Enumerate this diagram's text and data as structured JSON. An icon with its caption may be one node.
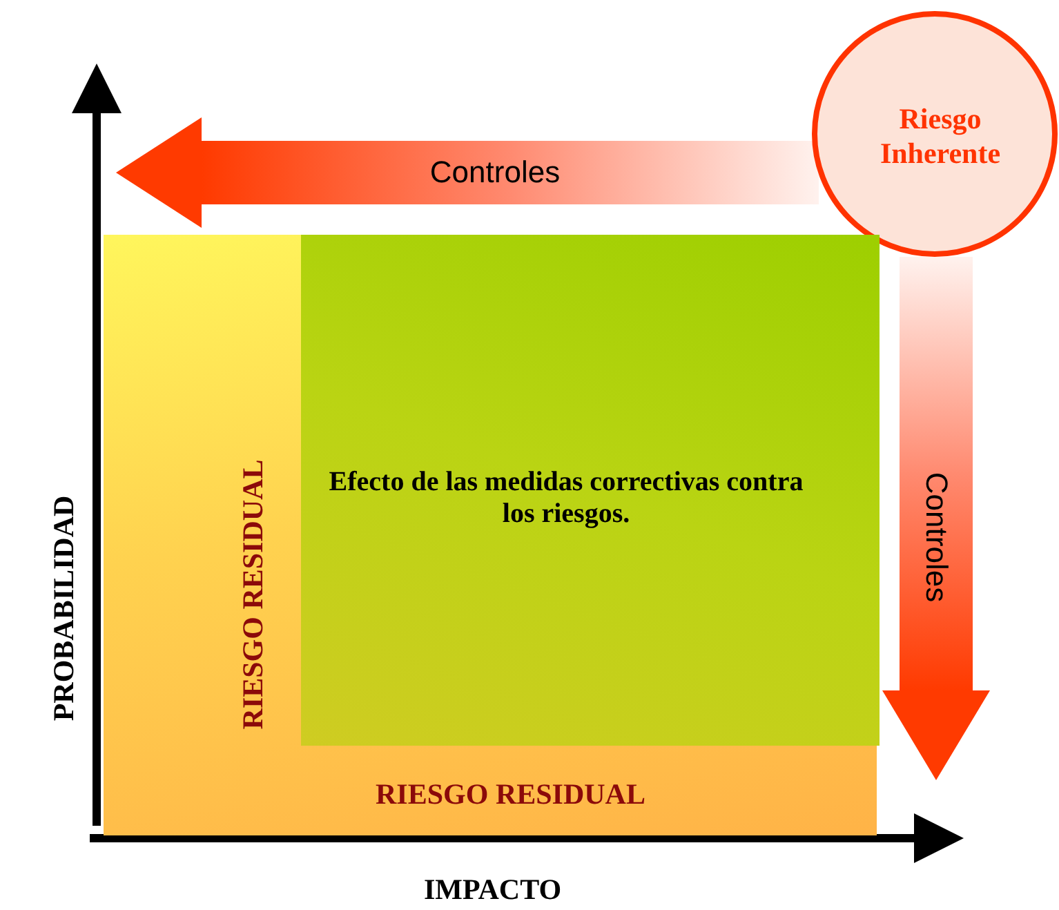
{
  "diagram": {
    "nodes": [
      {
        "text": [
          "Riesgo Inherente"
        ]
      },
      {
        "text": [
          "RIESGO RESIDUAL",
          "RIESGO RESIDUAL"
        ]
      },
      {
        "text": [
          "Efecto de las medidas correctivas contra los riesgos."
        ],
        "in": 1
      }
    ],
    "edges": [
      {
        "from": 0,
        "to": 2,
        "arrow": "to",
        "label": "Controles"
      },
      {
        "from": 0,
        "to": 2,
        "arrow": "to",
        "label": "Controles"
      }
    ],
    "labels": [
      "PROBABILIDAD",
      "IMPACTO"
    ]
  }
}
